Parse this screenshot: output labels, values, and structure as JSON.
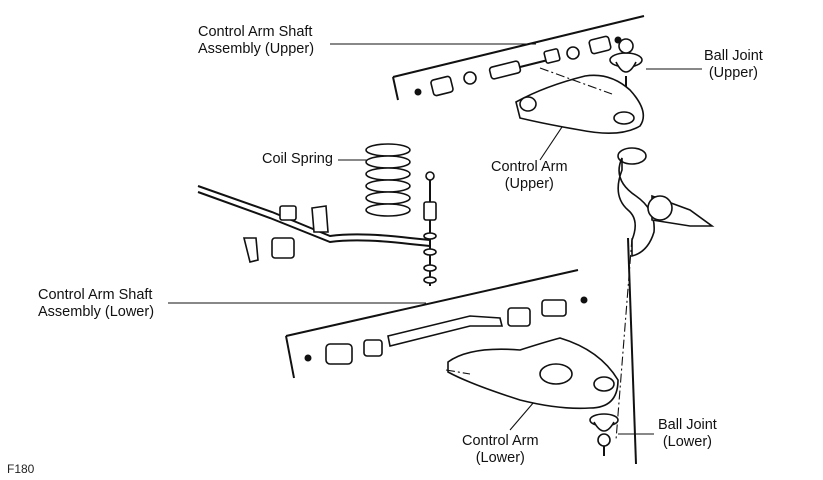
{
  "labels": {
    "upper_shaft_line1": "Control Arm Shaft",
    "upper_shaft_line2": "Assembly (Upper)",
    "ball_joint_upper_line1": "Ball Joint",
    "ball_joint_upper_line2": "(Upper)",
    "coil_spring": "Coil Spring",
    "control_arm_upper_line1": "Control Arm",
    "control_arm_upper_line2": "(Upper)",
    "lower_shaft_line1": "Control Arm Shaft",
    "lower_shaft_line2": "Assembly (Lower)",
    "ball_joint_lower_line1": "Ball Joint",
    "ball_joint_lower_line2": "(Lower)",
    "control_arm_lower_line1": "Control Arm",
    "control_arm_lower_line2": "(Lower)"
  },
  "figure_code": "F180"
}
